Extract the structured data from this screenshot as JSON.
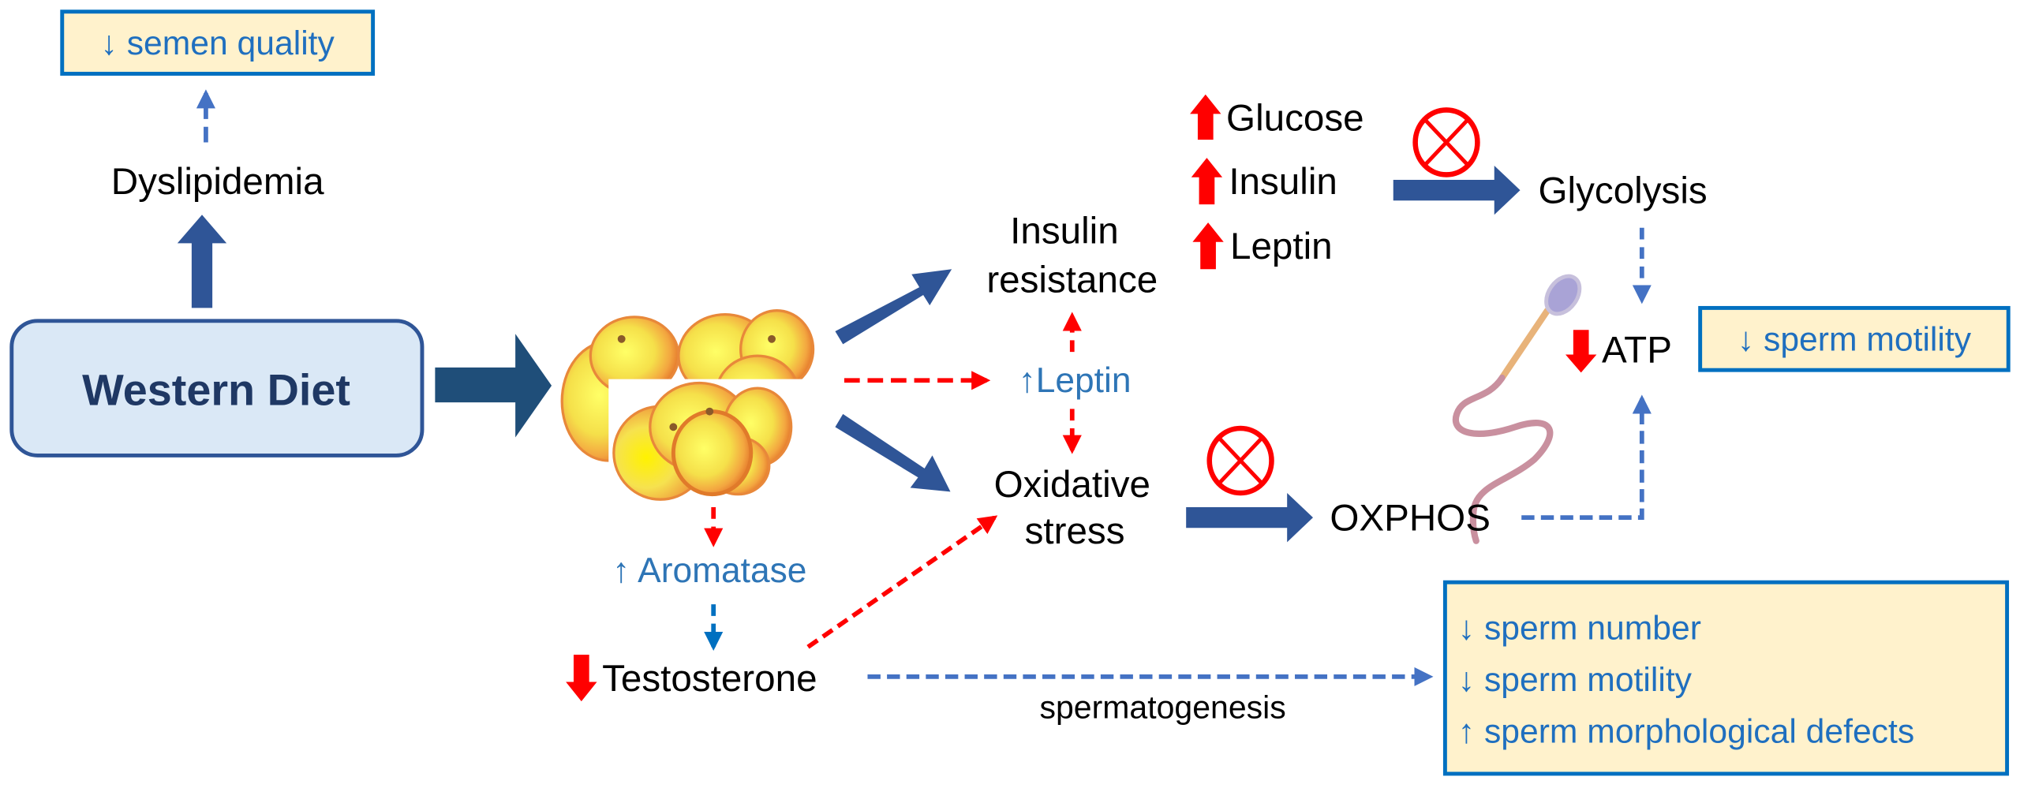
{
  "diagram": {
    "colors": {
      "dark_blue_arrow": "#2f5597",
      "navy_arrow": "#1f4e79",
      "red": "#ff0000",
      "dashed_blue": "#4472c4",
      "box_fill": "#fff2cc",
      "box_border": "#0070c0",
      "outcome_text": "#0070c0",
      "western_box_fill": "#dae8f6",
      "western_box_border": "#2f5597",
      "western_text": "#1f3864"
    },
    "nodes": {
      "semen_quality": "↓ semen quality",
      "dyslipidemia": "Dyslipidemia",
      "western_diet": "Western Diet",
      "insulin_resistance_line1": "Insulin",
      "insulin_resistance_line2": "resistance",
      "leptin_mid": "↑Leptin",
      "oxidative_stress_line1": "Oxidative",
      "oxidative_stress_line2": "stress",
      "aromatase": "↑ Aromatase",
      "testosterone": "Testosterone",
      "glucose": "Glucose",
      "insulin": "Insulin",
      "leptin_top": "Leptin",
      "glycolysis": "Glycolysis",
      "oxphos": "OXPHOS",
      "atp": "ATP",
      "sperm_motility_box": "↓ sperm motility",
      "spermatogenesis": "spermatogenesis"
    },
    "outcomes_box": [
      "↓ sperm number",
      "↓ sperm motility",
      "↑ sperm morphological defects"
    ],
    "icons": {
      "adipocytes": "fat-cells-illustration",
      "sperm": "sperm-cell-illustration",
      "inhibition": "inhibition-circle-x"
    }
  }
}
